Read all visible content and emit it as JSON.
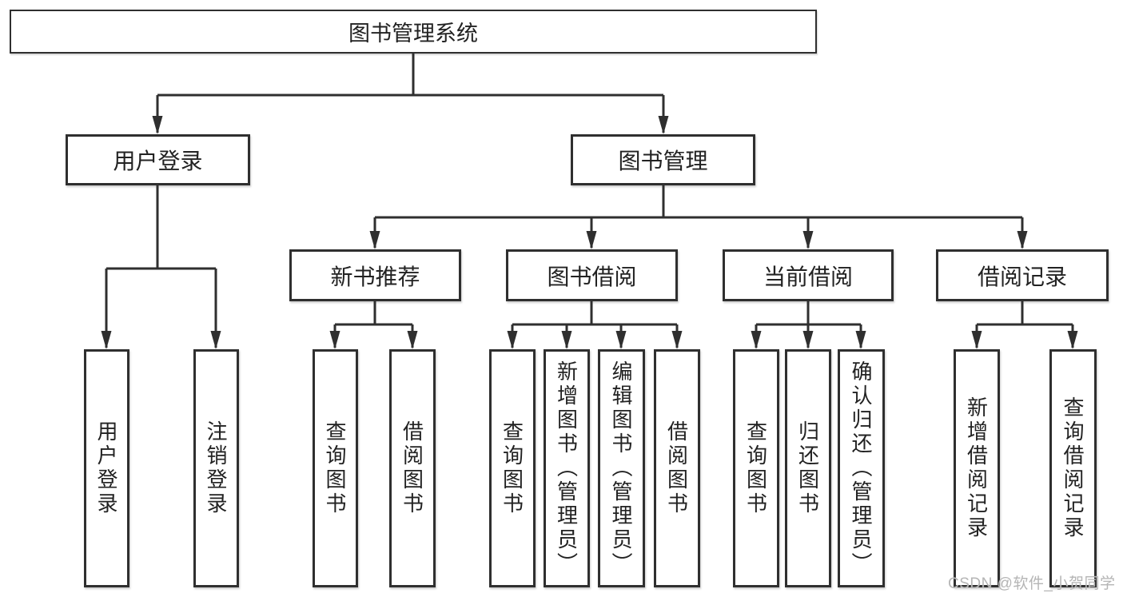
{
  "nodes": {
    "root": "图书管理系统",
    "user_login": "用户登录",
    "book_mgmt": "图书管理",
    "new_book_rec": "新书推荐",
    "book_borrow": "图书借阅",
    "current_borrow": "当前借阅",
    "borrow_records": "借阅记录",
    "ul_user_login": "用户登录",
    "ul_logout": "注销登录",
    "nb_query_book": "查询图书",
    "nb_borrow_book": "借阅图书",
    "bb_query_book": "查询图书",
    "bb_add_book": "新增图书（管理员）",
    "bb_edit_book": "编辑图书（管理员）",
    "bb_borrow_book": "借阅图书",
    "cb_query_book": "查询图书",
    "cb_return_book": "归还图书",
    "cb_confirm_return": "确认归还（管理员）",
    "br_add_record": "新增借阅记录",
    "br_query_record": "查询借阅记录"
  },
  "hierarchy": {
    "图书管理系统": {
      "用户登录": [
        "用户登录",
        "注销登录"
      ],
      "图书管理": {
        "新书推荐": [
          "查询图书",
          "借阅图书"
        ],
        "图书借阅": [
          "查询图书",
          "新增图书（管理员）",
          "编辑图书（管理员）",
          "借阅图书"
        ],
        "当前借阅": [
          "查询图书",
          "归还图书",
          "确认归还（管理员）"
        ],
        "借阅记录": [
          "新增借阅记录",
          "查询借阅记录"
        ]
      }
    }
  },
  "watermark": "CSDN @软件_小贺同学",
  "colors": {
    "line": "#2f2f2f",
    "text": "#222222",
    "box_fill": "#ffffff",
    "watermark": "#b5b5b5",
    "background": "#ffffff"
  }
}
